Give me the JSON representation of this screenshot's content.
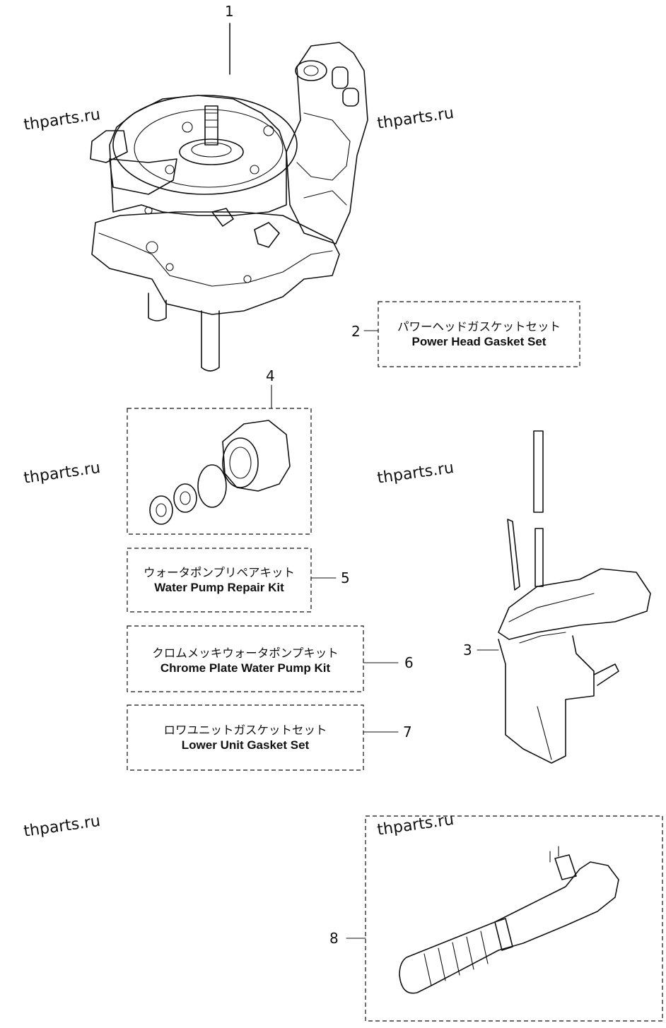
{
  "watermark": "thparts.ru",
  "parts": [
    {
      "number": "1"
    },
    {
      "number": "2",
      "ja": "パワーヘッドガスケットセット",
      "en": "Power Head Gasket Set"
    },
    {
      "number": "3"
    },
    {
      "number": "4"
    },
    {
      "number": "5",
      "ja": "ウォータポンプリペアキット",
      "en": "Water Pump Repair Kit"
    },
    {
      "number": "6",
      "ja": "クロムメッキウォータポンプキット",
      "en": "Chrome Plate Water Pump Kit"
    },
    {
      "number": "7",
      "ja": "ロワユニットガスケットセット",
      "en": "Lower Unit Gasket Set"
    },
    {
      "number": "8"
    }
  ]
}
